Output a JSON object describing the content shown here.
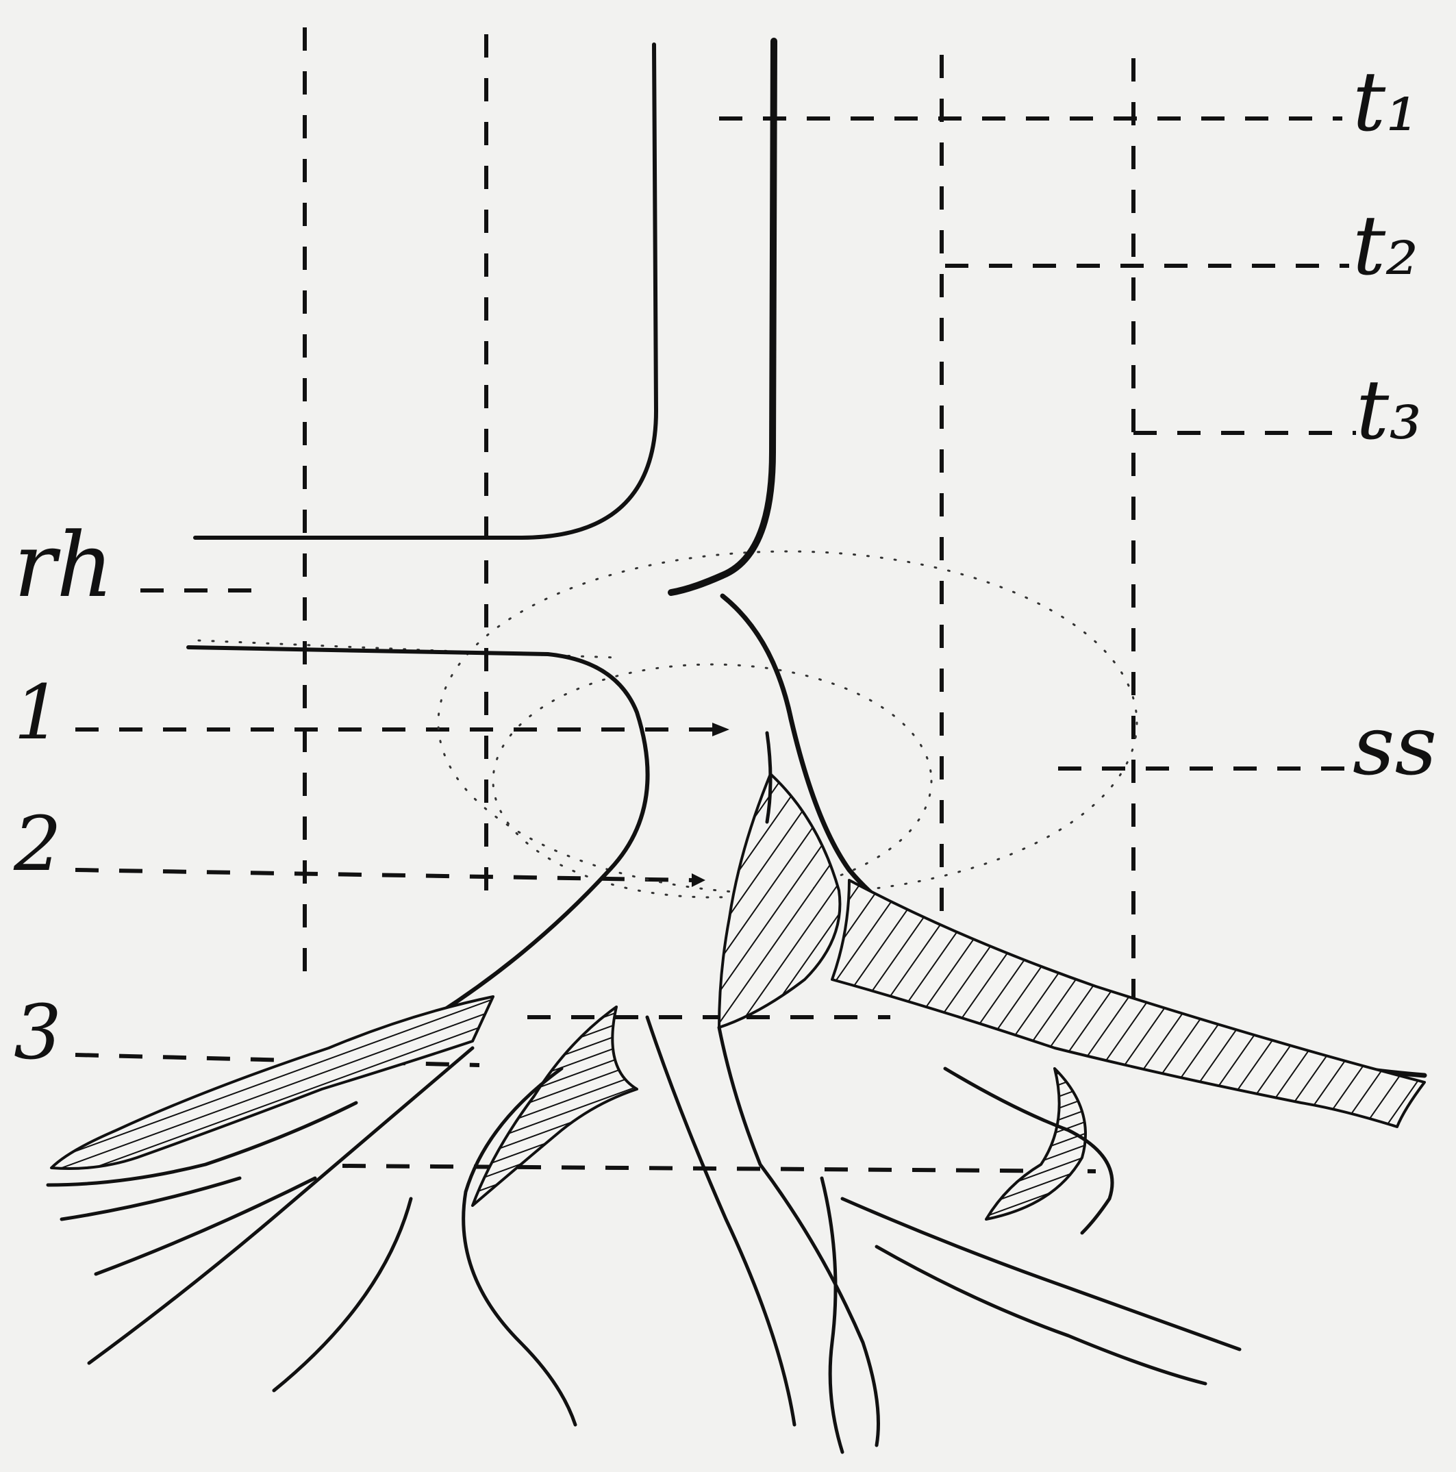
{
  "figure": {
    "labels": {
      "t1": "t₁",
      "t2": "t₂",
      "t3": "t₃",
      "rh": "rh",
      "ss": "ss",
      "n1": "1",
      "n2": "2",
      "n3": "3"
    },
    "colors": {
      "background": "#f2f2f0",
      "ink": "#111111"
    }
  }
}
